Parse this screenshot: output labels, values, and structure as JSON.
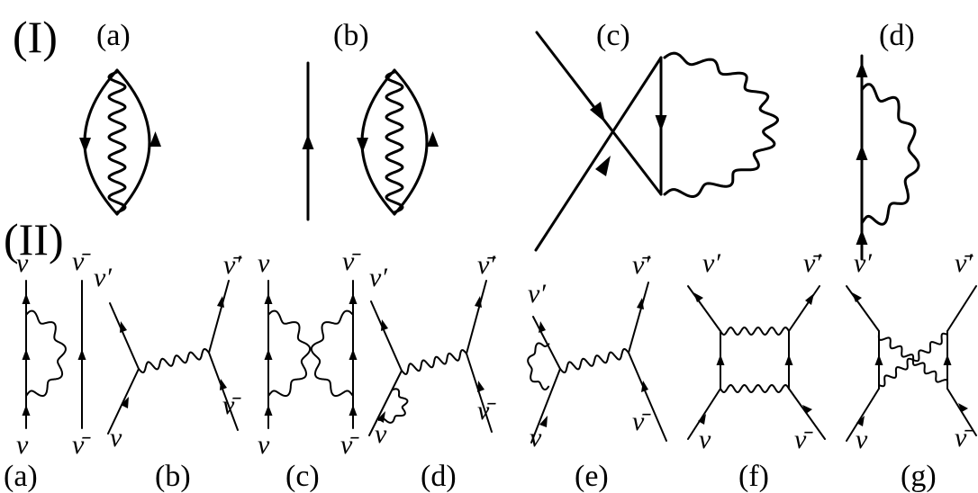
{
  "section_labels": {
    "I": "(I)",
    "II": "(II)"
  },
  "row1_panels": [
    "(a)",
    "(b)",
    "(c)",
    "(d)"
  ],
  "row2_panels": [
    "(a)",
    "(b)",
    "(c)",
    "(d)",
    "(e)",
    "(f)",
    "(g)"
  ],
  "particles": {
    "nu": "ν",
    "nu_prime": "ν′",
    "nubar": "ν̄",
    "nubar_prime": "ν̄′"
  },
  "colors": {
    "line": "#000000",
    "background": "#ffffff"
  }
}
